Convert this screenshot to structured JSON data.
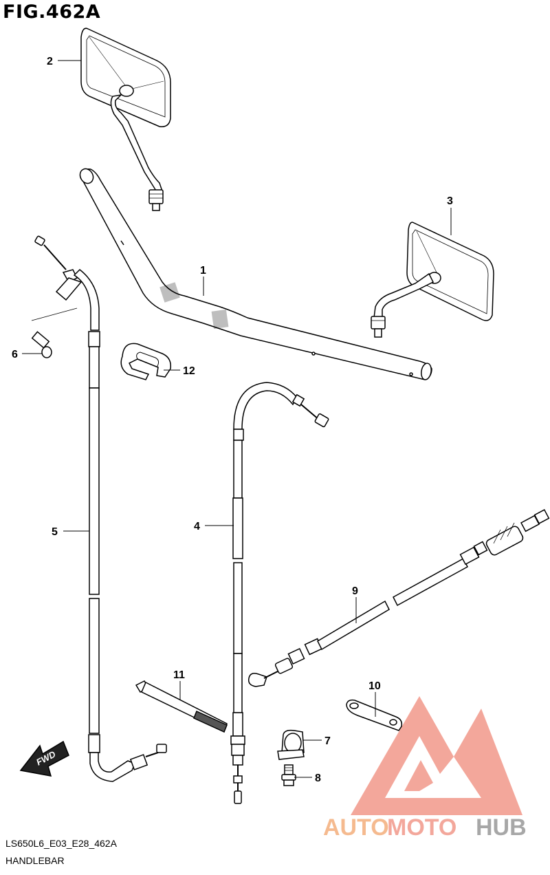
{
  "figure": {
    "title": "FIG.462A"
  },
  "footer": {
    "model_code": "LS650L6_E03_E28_462A",
    "group_name": "HANDLEBAR"
  },
  "callouts": [
    {
      "id": "1",
      "label": "1"
    },
    {
      "id": "2",
      "label": "2"
    },
    {
      "id": "3",
      "label": "3"
    },
    {
      "id": "4",
      "label": "4"
    },
    {
      "id": "5",
      "label": "5"
    },
    {
      "id": "6",
      "label": "6"
    },
    {
      "id": "7",
      "label": "7"
    },
    {
      "id": "8",
      "label": "8"
    },
    {
      "id": "9",
      "label": "9"
    },
    {
      "id": "10",
      "label": "10"
    },
    {
      "id": "11",
      "label": "11"
    },
    {
      "id": "12",
      "label": "12"
    }
  ],
  "direction_badge": {
    "label": "FWD"
  },
  "watermark": {
    "part1": "AUTO",
    "part2": "MOTO",
    "part3": "HUB",
    "color_main": "#f08a7a",
    "color_hub": "#8a8a8a"
  }
}
